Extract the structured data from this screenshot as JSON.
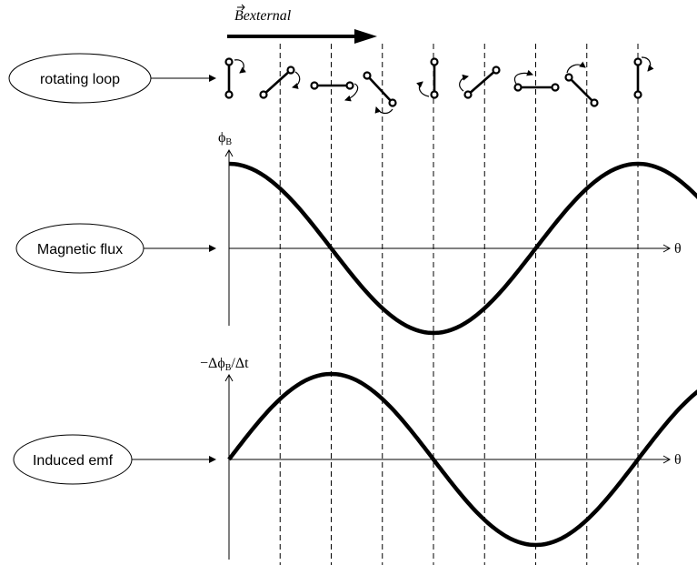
{
  "external_field": {
    "label": "Bexternal"
  },
  "rows": [
    {
      "label": "rotating loop"
    },
    {
      "label": "Magnetic flux"
    },
    {
      "label": "Induced emf"
    }
  ],
  "flux_axis": {
    "y_label": "ϕ",
    "y_label_sub": "B",
    "x_label": "θ"
  },
  "emf_axis": {
    "y_label_prefix": "−Δϕ",
    "y_label_sub": "B",
    "y_label_suffix": "/Δt",
    "x_label": "θ"
  },
  "loops": {
    "count": 9,
    "description_icons": "rotating-loop-icon"
  },
  "flux_curve": {
    "function": "cos",
    "amplitude": 1,
    "theta_start_deg": 0,
    "theta_end_deg": 414
  },
  "emf_curve": {
    "function": "sin",
    "amplitude": 1,
    "theta_start_deg": 0,
    "theta_end_deg": 414
  },
  "gridlines_deg": [
    45,
    90,
    135,
    180,
    225,
    270,
    315,
    360
  ]
}
